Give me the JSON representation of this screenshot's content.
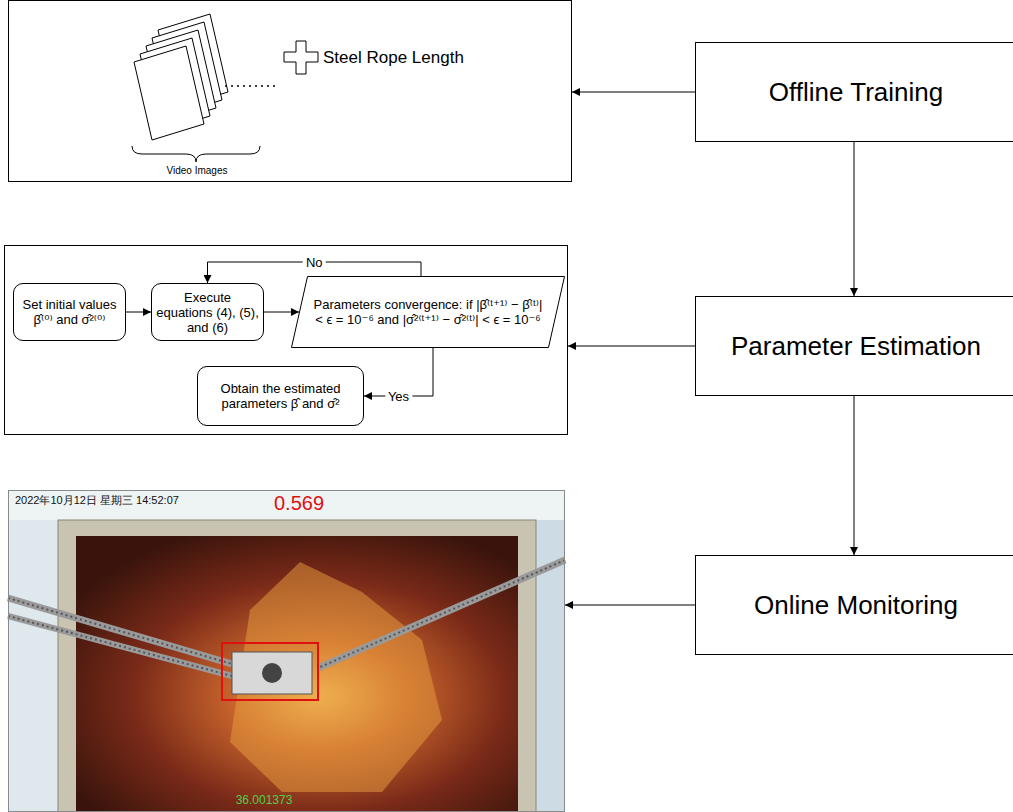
{
  "diagram": {
    "nodes": [
      {
        "text": [
          "Offline Training"
        ]
      },
      {
        "text": [
          "Steel Rope Length",
          "Video Images"
        ]
      },
      {
        "text": [
          "Parameter Estimation"
        ]
      },
      {
        "text": []
      },
      {
        "text": [
          "Set initial values β̂⁽⁰⁾ and σ̂²⁽⁰⁾"
        ],
        "in": 3
      },
      {
        "text": [
          "Execute equations (4), (5), and (6)"
        ],
        "in": 3
      },
      {
        "text": [
          "Parameters convergence: if |β̂⁽ᵗ⁺¹⁾ − β̂⁽ᵗ⁾| < ϵ = 10⁻⁶ and |σ̂²⁽ᵗ⁺¹⁾ − σ̂²⁽ᵗ⁾| < ϵ = 10⁻⁶"
        ],
        "in": 3
      },
      {
        "text": [
          "Obtain the estimated parameters β̂ and σ̂²"
        ],
        "in": 3
      },
      {
        "text": [
          "Online Monitoring"
        ]
      },
      {
        "text": [
          "2022年10月12日 星期三 14:52:07",
          "0.569",
          "36.001373"
        ]
      }
    ],
    "edges": [
      {
        "from": 0,
        "to": 2,
        "arrow": "to"
      },
      {
        "from": 2,
        "to": 8,
        "arrow": "to"
      },
      {
        "from": 0,
        "to": 1,
        "arrow": "to"
      },
      {
        "from": 2,
        "to": 3,
        "arrow": "to"
      },
      {
        "from": 8,
        "to": 9,
        "arrow": "to"
      },
      {
        "from": 4,
        "to": 5,
        "arrow": "to"
      },
      {
        "from": 5,
        "to": 6,
        "arrow": "to"
      },
      {
        "from": 6,
        "to": 5,
        "label": "No",
        "arrow": "to"
      },
      {
        "from": 6,
        "to": 7,
        "label": "Yes",
        "arrow": "to"
      }
    ]
  }
}
